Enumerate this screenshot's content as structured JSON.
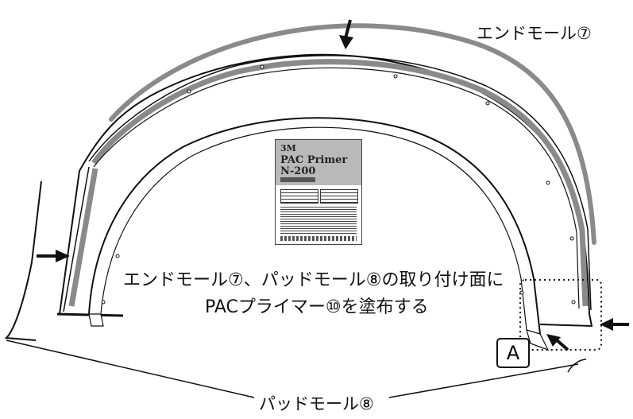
{
  "labels": {
    "end_mold": "エンドモール⑦",
    "instruction_line1": "エンドモール⑦、パッドモール⑧の取り付け面に",
    "instruction_line2": "PACプライマー⑩を塗布する",
    "pad_mold": "パッドモール⑧",
    "callout_a": "A"
  },
  "primer_can": {
    "brand": "3M",
    "name_line1": "PAC Primer",
    "name_line2": "N-200"
  },
  "colors": {
    "line": "#111111",
    "molding_gray": "#8a8a8a",
    "primer_band": "#b9b9b9"
  }
}
